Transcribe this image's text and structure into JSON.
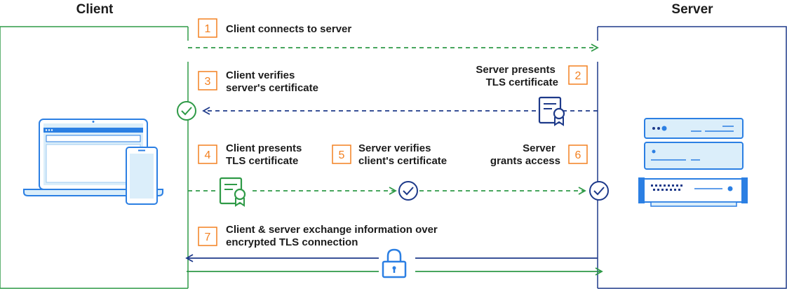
{
  "client": {
    "title": "Client"
  },
  "server": {
    "title": "Server"
  },
  "steps": [
    {
      "number": "1",
      "lines": [
        "Client connects to server"
      ]
    },
    {
      "number": "2",
      "lines": [
        "Server presents",
        "TLS certificate"
      ]
    },
    {
      "number": "3",
      "lines": [
        "Client verifies",
        "server's certificate"
      ]
    },
    {
      "number": "4",
      "lines": [
        "Client presents",
        "TLS certificate"
      ]
    },
    {
      "number": "5",
      "lines": [
        "Server verifies",
        "client's certificate"
      ]
    },
    {
      "number": "6",
      "lines": [
        "Server",
        "grants access"
      ]
    },
    {
      "number": "7",
      "lines": [
        "Client & server exchange information over",
        "encrypted TLS connection"
      ]
    }
  ],
  "colors": {
    "client_green": "#2f9a47",
    "server_navy": "#1e3a8a",
    "orange": "#f38020",
    "device_blue": "#2b7fe3",
    "device_fill": "#dbeefa",
    "server_fill": "#dbeefa"
  },
  "icons": [
    "laptop-icon",
    "phone-icon",
    "server-rack-icon",
    "certificate-icon",
    "check-circle-icon",
    "lock-icon"
  ]
}
